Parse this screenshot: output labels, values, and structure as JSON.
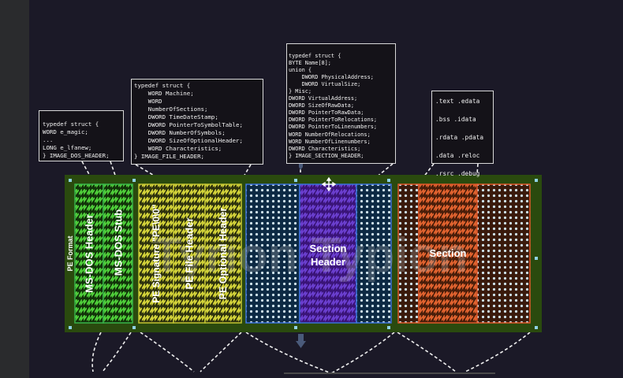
{
  "code_boxes": {
    "dos_header": [
      "typedef struct {",
      "WORD e_magic;",
      "...",
      "LONG e_lfanew;",
      "} IMAGE_DOS_HEADER;"
    ],
    "file_header": [
      "typedef struct {",
      "    WORD Machine;",
      "    WORD",
      "    NumberOfSections;",
      "    DWORD TimeDateStamp;",
      "    DWORD PointerToSymbolTable;",
      "    DWORD NumberOfSymbols;",
      "    DWORD SizeOfOptionalHeader;",
      "    WORD Characteristics;",
      "} IMAGE_FILE_HEADER;"
    ],
    "section_header": [
      "typedef struct {",
      "BYTE Name[8];",
      "union {",
      "    DWORD PhysicalAddress;",
      "    DWORD VirtualSize;",
      "} Misc;",
      "DWORD VirtualAddress;",
      "DWORD SizeOfRawData;",
      "DWORD PointerToRawData;",
      "DWORD PointerToRelocations;",
      "DWORD PointerToLinenumbers;",
      "WORD NumberOfRelocations;",
      "WORD NumberOfLinenumbers;",
      "DWORD Characteristics;",
      "} IMAGE_SECTION_HEADER;"
    ],
    "sections": [
      ".text .edata",
      ".bss .idata",
      ".rdata .pdata",
      ".data .reloc",
      ".rsrc .debug"
    ]
  },
  "labels": {
    "pe_format": "PE Format",
    "ms_dos_header": "MS-DOS Header",
    "ms_dos_stub": "MS-DOS Stub",
    "pe_signature": "PE Signature \"PE\\0\\0\"",
    "pe_file_header": "PE File Header",
    "pe_optional_header": "PE Optional Header",
    "section_header": [
      "Section",
      "Header"
    ],
    "section": "Section",
    "watermark": "Tyrion Typion"
  },
  "colors": {
    "band_fill": "#2a4a0e",
    "green_columns": "#39b54a",
    "yellow_columns": "#c2c332",
    "blue_column": "#3a6fd8",
    "purple_column": "#5a22b0",
    "orange_column": "#e0582a",
    "dot_color": "#cfe4ee",
    "code_box_border": "#d8d8d8"
  }
}
